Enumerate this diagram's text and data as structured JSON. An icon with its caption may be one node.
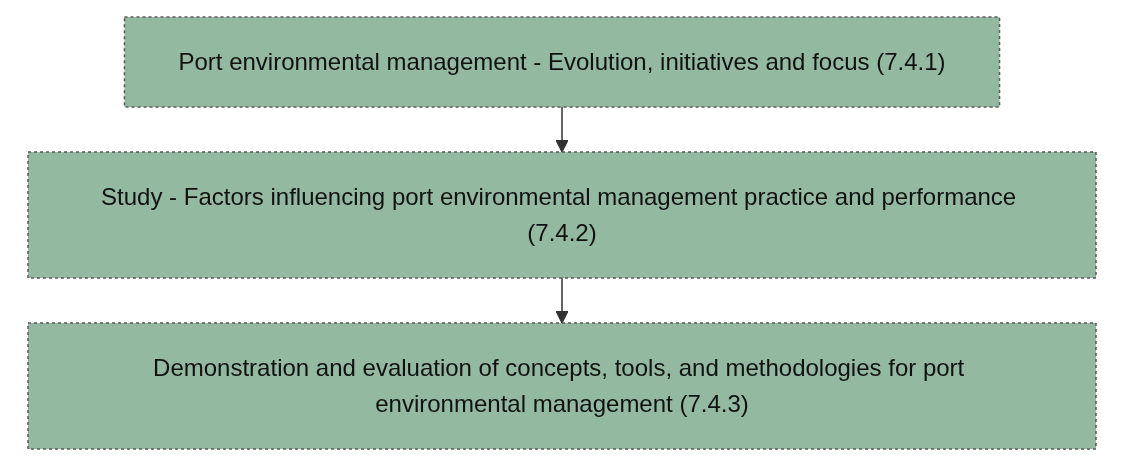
{
  "diagram": {
    "nodes": [
      {
        "text": [
          "Port environmental management - Evolution, initiatives and focus (7.4.1)"
        ]
      },
      {
        "text": [
          "Study - Factors influencing port environmental management practice and performance (7.4.2)"
        ]
      },
      {
        "text": [
          "Demonstration and evaluation of concepts, tools, and methodologies for port environmental management (7.4.3)"
        ]
      }
    ],
    "edges": [
      {
        "from": 0,
        "to": 1,
        "arrow": "to"
      },
      {
        "from": 1,
        "to": 2,
        "arrow": "to"
      }
    ]
  }
}
